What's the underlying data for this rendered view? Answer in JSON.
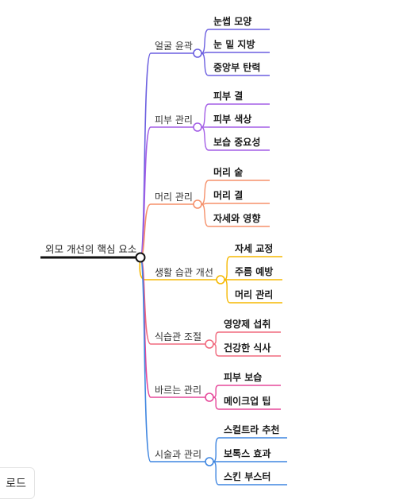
{
  "mindmap": {
    "root": {
      "label": "외모 개선의 핵심 요소"
    },
    "branches": [
      {
        "label": "얼굴 윤곽",
        "color": "#6b5fe0",
        "children": [
          "눈썹 모양",
          "눈 밑 지방",
          "중앙부 탄력"
        ]
      },
      {
        "label": "피부 관리",
        "color": "#a35ee6",
        "children": [
          "피부 결",
          "피부 색상",
          "보습 중요성"
        ]
      },
      {
        "label": "머리 관리",
        "color": "#f5906a",
        "children": [
          "머리 숱",
          "머리 결",
          "자세와 영향"
        ]
      },
      {
        "label": "생활 습관 개선",
        "color": "#f5b800",
        "children": [
          "자세 교정",
          "주름 예방",
          "머리 관리"
        ]
      },
      {
        "label": "식습관 조절",
        "color": "#f06a7e",
        "children": [
          "영양제 섭취",
          "건강한 식사"
        ]
      },
      {
        "label": "바르는 관리",
        "color": "#e6489a",
        "children": [
          "피부 보습",
          "메이크업 팁"
        ]
      },
      {
        "label": "시술과 관리",
        "color": "#3f86e0",
        "children": [
          "스컬트라 추천",
          "보톡스 효과",
          "스킨 부스터"
        ]
      }
    ]
  },
  "download": {
    "label": "로드"
  }
}
